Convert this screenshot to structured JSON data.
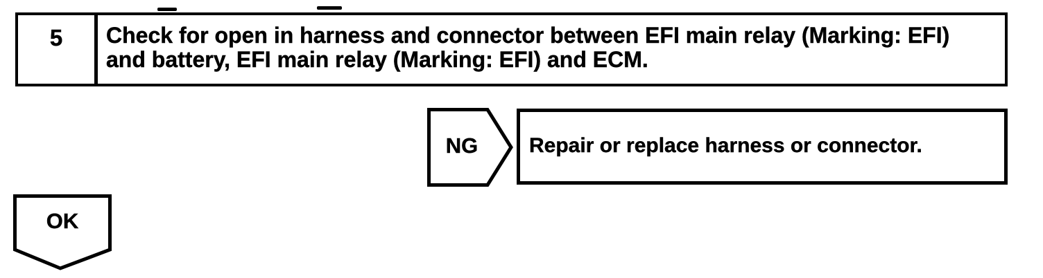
{
  "page": {
    "background_color": "#ffffff",
    "ink_color": "#000000"
  },
  "flowchart": {
    "step": {
      "number": "5",
      "instruction_lines": [
        "Check for open in harness and connector between EFI main relay (Marking: EFI)",
        "and battery, EFI main relay (Marking: EFI) and ECM."
      ]
    },
    "ng_branch": {
      "label": "NG",
      "action": "Repair or replace harness or connector."
    },
    "ok_branch": {
      "label": "OK"
    }
  }
}
